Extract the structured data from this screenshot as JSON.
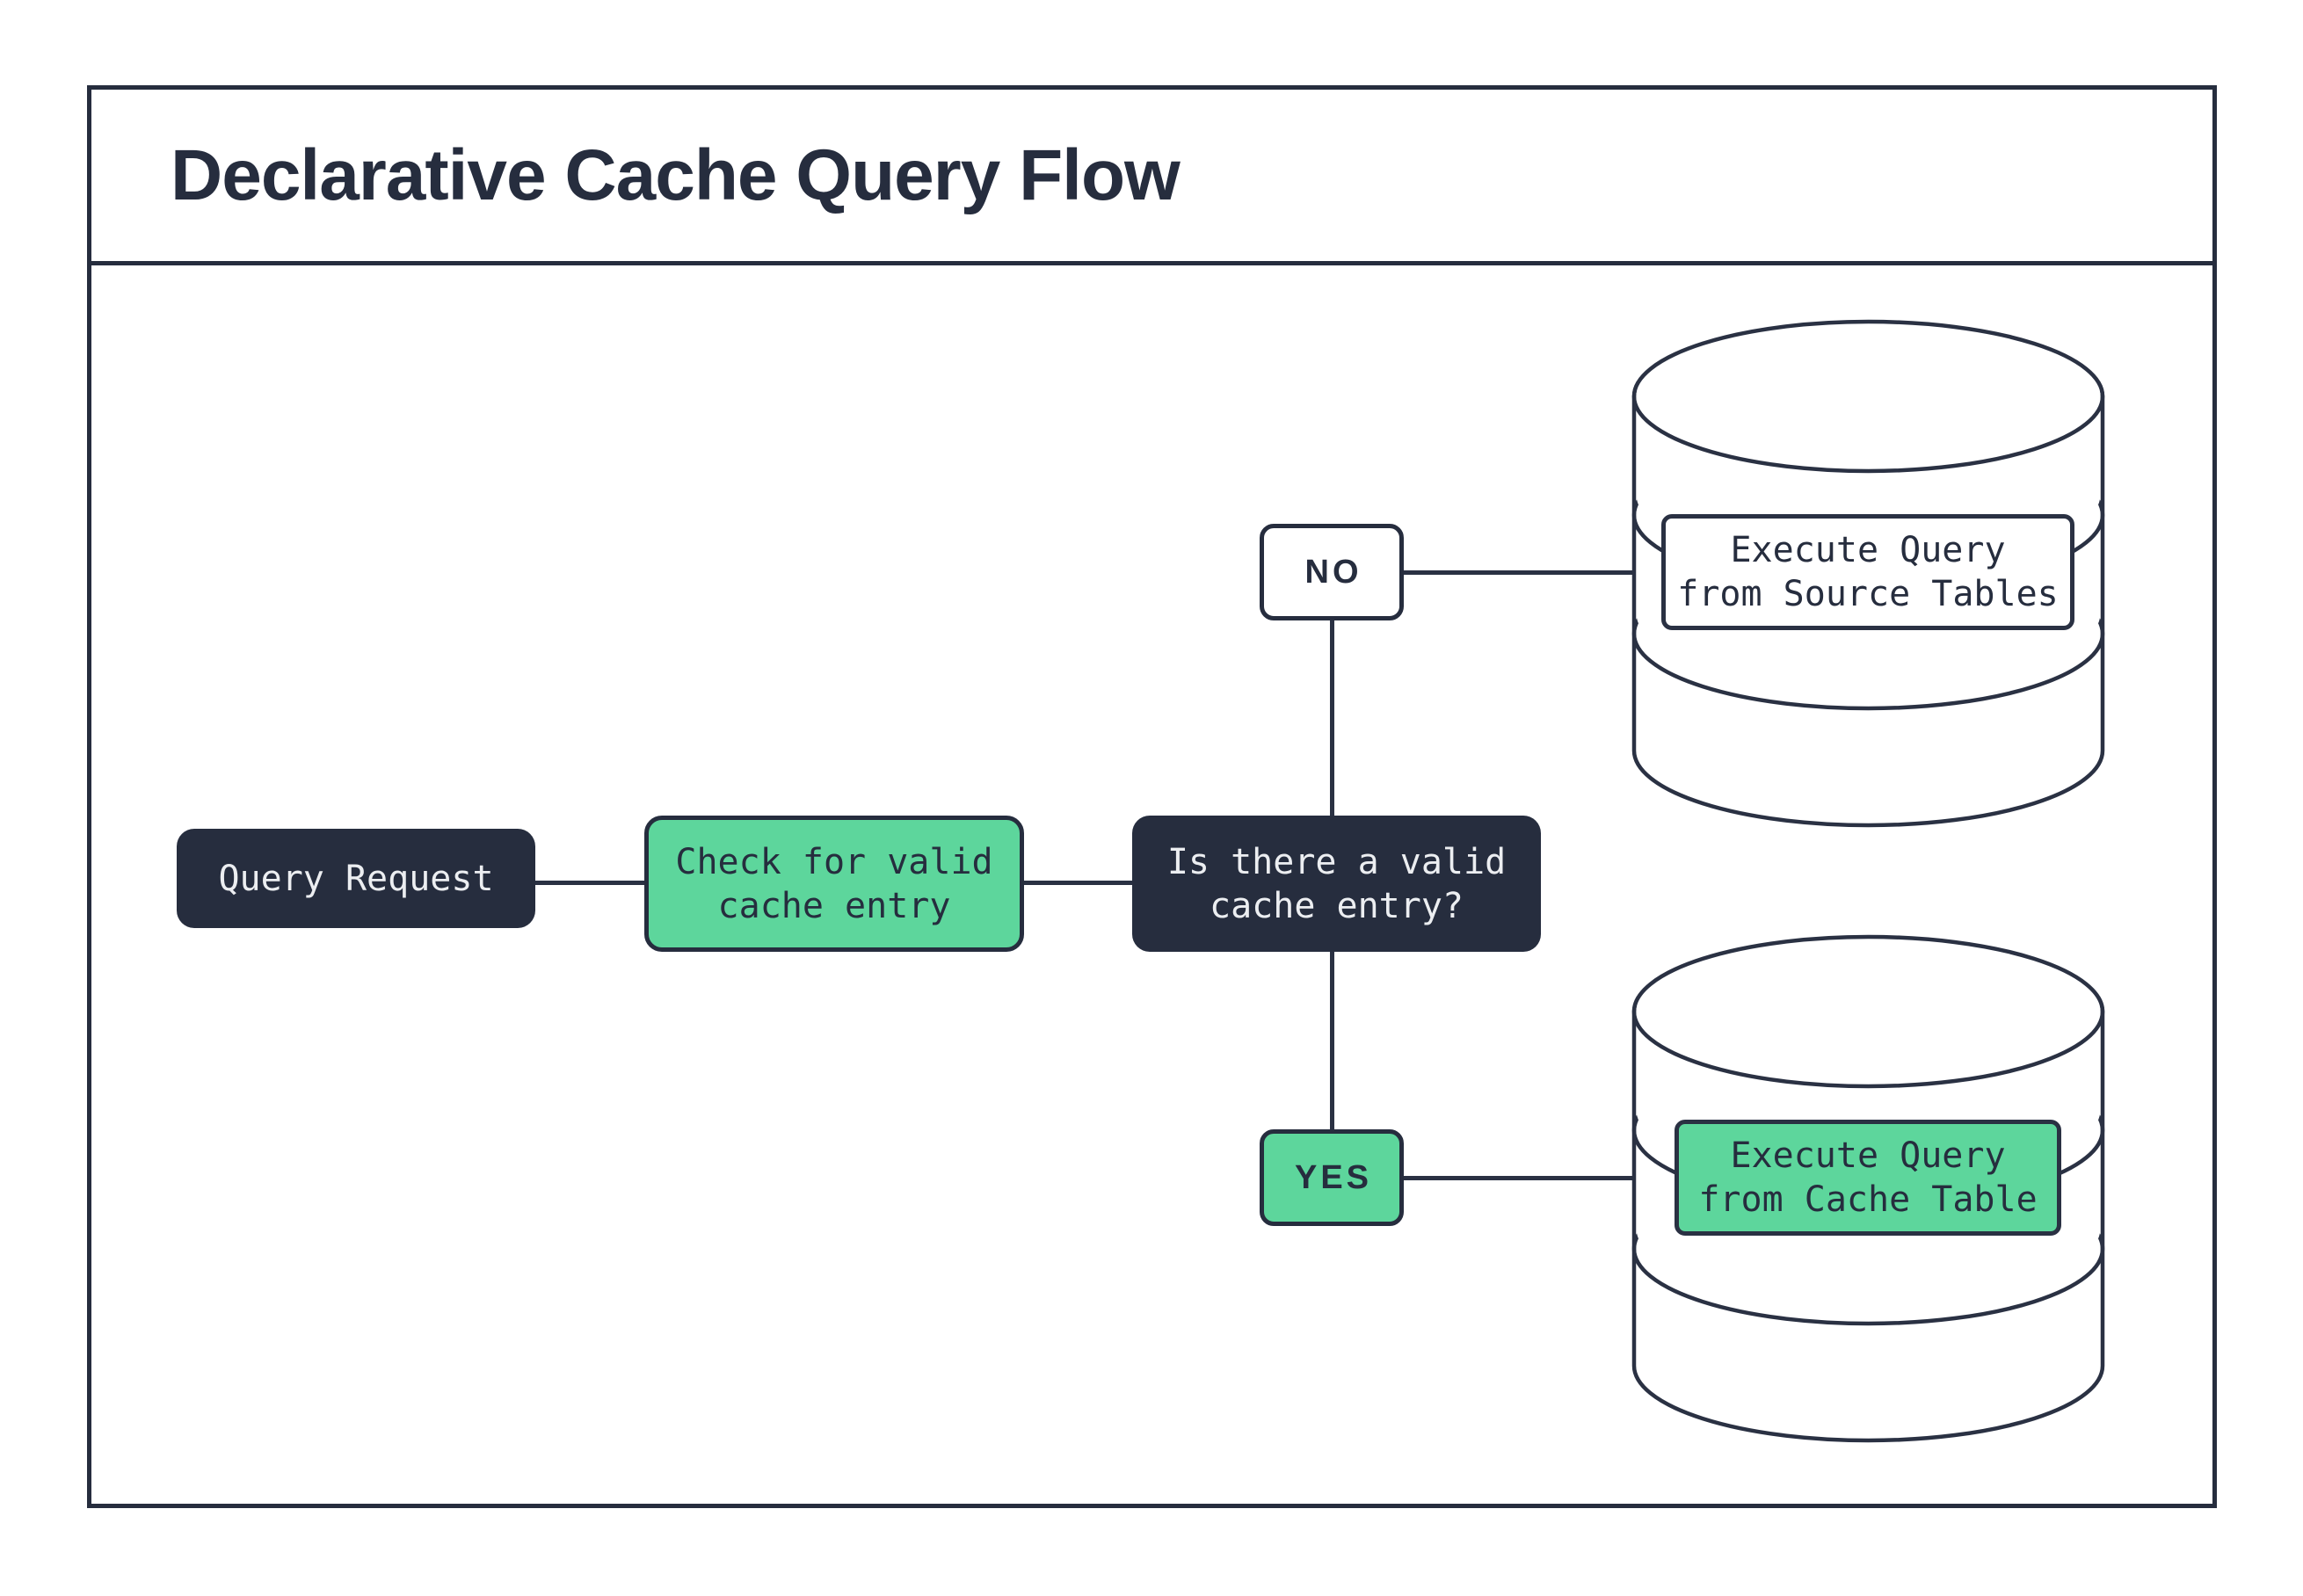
{
  "title": "Declarative Cache Query Flow",
  "nodes": {
    "query_request": {
      "label": "Query Request"
    },
    "check_cache": {
      "line1": "Check for valid",
      "line2": "cache entry"
    },
    "decision": {
      "line1": "Is there a valid",
      "line2": "cache entry?"
    },
    "no": {
      "label": "NO"
    },
    "yes": {
      "label": "YES"
    },
    "source_db": {
      "line1": "Execute Query",
      "line2": "from Source Tables"
    },
    "cache_db": {
      "line1": "Execute Query",
      "line2": "from Cache Table"
    }
  },
  "icons": {
    "source_database": "database-cylinder-icon",
    "cache_database": "database-cylinder-icon"
  },
  "colors": {
    "accent_green": "#5dd69c",
    "dark_navy": "#262d3e",
    "line": "#2a3143",
    "box_text_light": "#eceef1",
    "background": "#ffffff"
  }
}
